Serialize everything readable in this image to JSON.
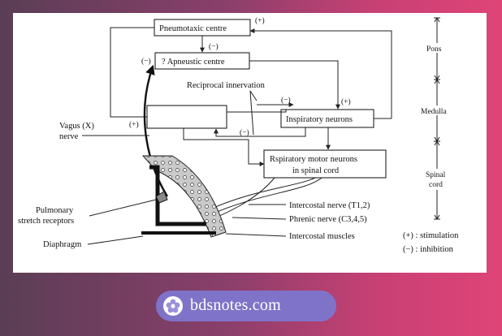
{
  "diagram": {
    "boxes": {
      "pneumotaxic": "Pneumotaxic centre",
      "apneustic": "? Apneustic centre",
      "inspiratory": "Inspiratory neurons",
      "motor_line1": "Rspiratory motor neurons",
      "motor_line2": "in spinal cord"
    },
    "signs": {
      "pneumo_plus": "(+)",
      "pneumo_minus": "(−)",
      "apneustic_minus": "(−)",
      "recip_minus_top": "(−)",
      "recip_plus_top": "(+)",
      "expiratory_plus": "(+)",
      "recip_minus_bottom": "(−)"
    },
    "labels": {
      "reciprocal": "Reciprocal innervation",
      "vagus_line1": "Vagus (X)",
      "vagus_line2": "nerve",
      "pulmonary_line1": "Pulmonary",
      "pulmonary_line2": "stretch receptors",
      "diaphragm": "Diaphragm",
      "intercostal_nerve": "Intercostal nerve (T1,2)",
      "phrenic_nerve": "Phrenic nerve (C3,4,5)",
      "intercostal_muscles": "Intercostal muscles"
    },
    "brain_regions": {
      "pons": "Pons",
      "medulla": "Medulla",
      "spinal_line1": "Spinal",
      "spinal_line2": "cord"
    },
    "legend": {
      "stimulation": "(+) : stimulation",
      "inhibition": "(−) : inhibition"
    }
  },
  "watermark": {
    "text": "bdsnotes.com",
    "icon": "flower-icon"
  }
}
